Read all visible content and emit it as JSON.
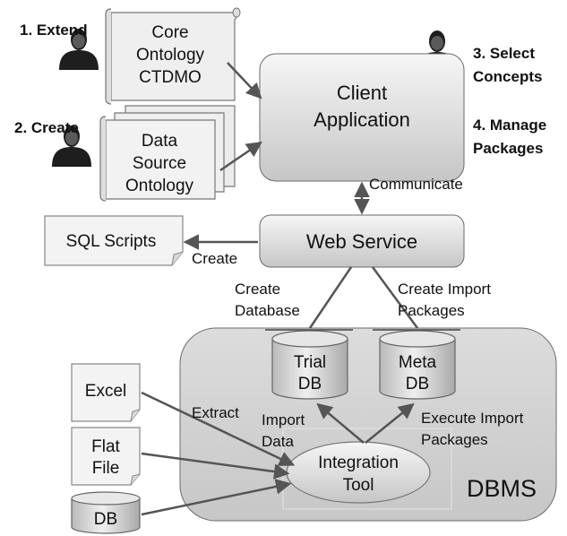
{
  "actors": {
    "extend": "1. Extend",
    "create": "2. Create",
    "select_line1": "3. Select",
    "select_line2": "Concepts",
    "manage_line1": "4. Manage",
    "manage_line2": "Packages"
  },
  "nodes": {
    "core_ontology": [
      "Core",
      "Ontology",
      "CTDMO"
    ],
    "data_source_ontology": [
      "Data",
      "Source",
      "Ontology"
    ],
    "client_application": [
      "Client",
      "Application"
    ],
    "web_service": "Web Service",
    "sql_scripts": "SQL Scripts",
    "dbms": "DBMS",
    "trial_db": [
      "Trial",
      "DB"
    ],
    "meta_db": [
      "Meta",
      "DB"
    ],
    "integration_tool": [
      "Integration",
      "Tool"
    ],
    "excel": "Excel",
    "flat_file": [
      "Flat",
      "File"
    ],
    "db": "DB"
  },
  "edges": {
    "communicate": "Communicate",
    "create_sql": "Create",
    "create_database": [
      "Create",
      "Database"
    ],
    "create_import_packages": [
      "Create Import",
      "Packages"
    ],
    "extract": "Extract",
    "import_data": [
      "Import",
      "Data"
    ],
    "execute_import_packages": [
      "Execute Import",
      "Packages"
    ]
  },
  "colors": {
    "box_fill_top": "#f4f4f4",
    "box_fill_bottom": "#c4c4c4",
    "dbms_fill": "#cfcfcf",
    "doc_fill": "#f2f2f2",
    "stroke": "#6b6b6b",
    "arrow": "#555555",
    "person": "#1e1e1e"
  }
}
